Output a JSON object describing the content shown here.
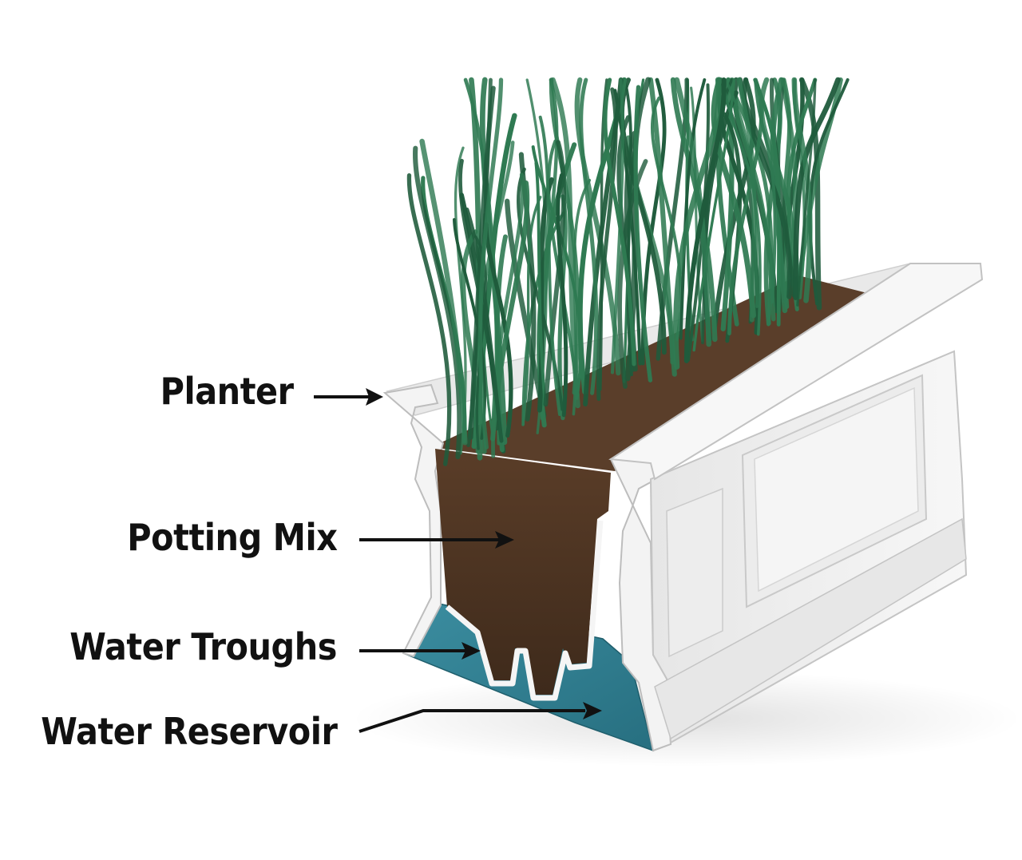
{
  "labels": {
    "planter": "Planter",
    "potting_mix": "Potting Mix",
    "water_troughs": "Water Troughs",
    "water_reservoir": "Water Reservoir"
  },
  "colors": {
    "label_text": "#111111",
    "arrow": "#111111",
    "planter_white": "#f2f2f2",
    "planter_shadow": "#c9c9c9",
    "soil": "#4a3222",
    "soil_dark": "#3a2618",
    "water": "#2f7f92",
    "grass": "#1f5b3c",
    "grass_light": "#2f7a52"
  }
}
